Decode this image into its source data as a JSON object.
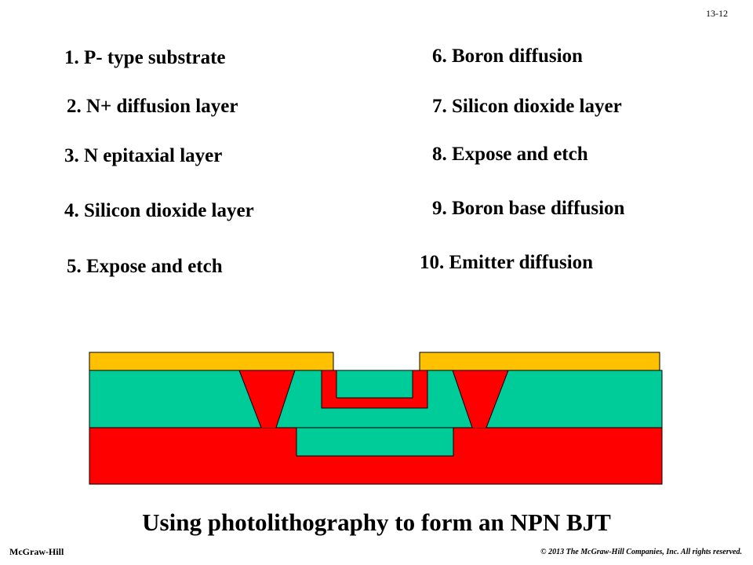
{
  "slide": {
    "page_number": "13-12",
    "steps_left": [
      "1.  P- type substrate",
      "2.  N+ diffusion layer",
      "3.  N epitaxial layer",
      "4.  Silicon dioxide layer",
      "5.  Expose and etch"
    ],
    "steps_right": [
      "6.  Boron diffusion",
      "7.  Silicon dioxide layer",
      "8.  Expose and etch",
      "9.  Boron base diffusion",
      "10.  Emitter diffusion"
    ],
    "caption": "Using photolithography to form an NPN BJT",
    "footer_left": "McGraw-Hill",
    "footer_right": "© 2013 The McGraw-Hill Companies, Inc. All rights reserved."
  },
  "colors": {
    "oxide": "#FFC000",
    "p_type": "#FF0000",
    "n_type": "#00CC99",
    "outline": "#000000"
  }
}
